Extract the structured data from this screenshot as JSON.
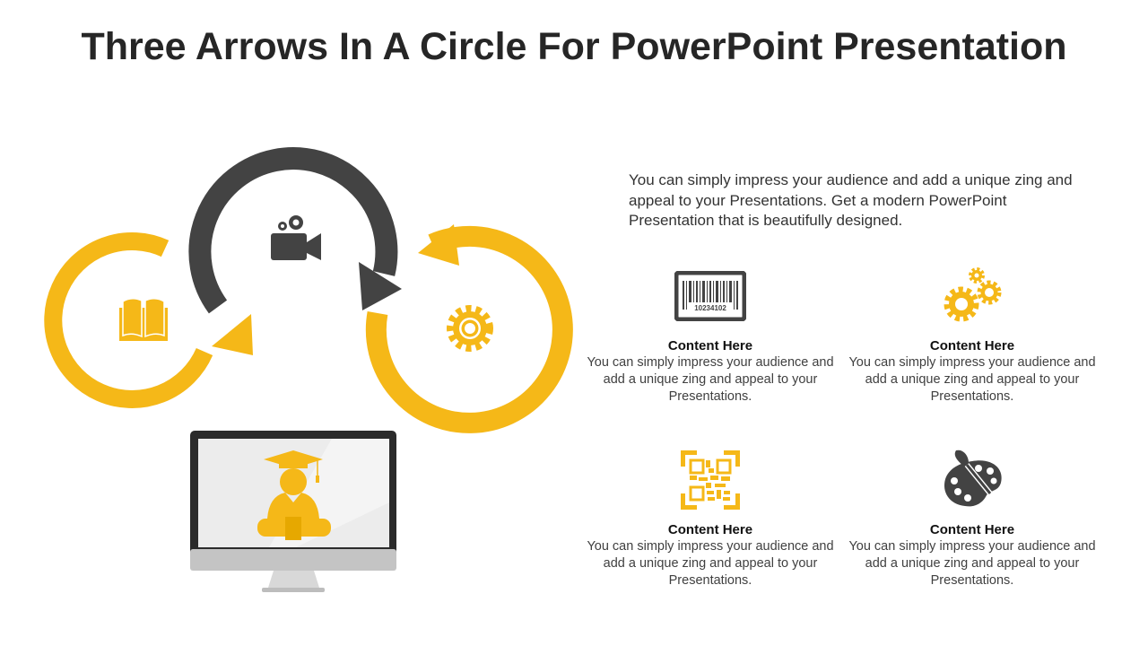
{
  "title": "Three Arrows In A Circle For PowerPoint Presentation",
  "intro": "You can simply impress your audience and add a unique zing and appeal to your Presentations. Get a modern PowerPoint Presentation that is beautifully designed.",
  "colors": {
    "yellow": "#F5B818",
    "dark": "#434343"
  },
  "cards": [
    {
      "icon": "barcode-icon",
      "barcode_number": "10234102",
      "heading": "Content  Here",
      "text": "You can simply impress your audience and add a unique zing and appeal to your Presentations."
    },
    {
      "icon": "gears-icon",
      "heading": "Content  Here",
      "text": "You can simply impress your audience and add a unique zing and appeal to your Presentations."
    },
    {
      "icon": "qr-code-icon",
      "heading": "Content  Here",
      "text": "You can simply impress your audience and add a unique zing and appeal to your Presentations."
    },
    {
      "icon": "palette-icon",
      "heading": "Content  Here",
      "text": "You can simply impress your audience and add a unique zing and appeal to your Presentations."
    }
  ]
}
